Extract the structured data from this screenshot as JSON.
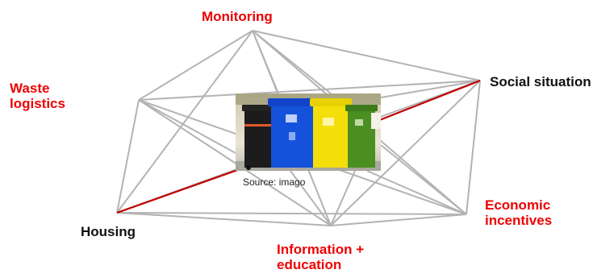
{
  "nodes": {
    "monitoring": "Monitoring",
    "waste_logistics": [
      "Waste",
      "logistics"
    ],
    "social_situation": "Social situation",
    "housing": "Housing",
    "information_education": [
      "Information +",
      "education"
    ],
    "economic_incentives": [
      "Economic",
      "incentives"
    ]
  },
  "photo": {
    "caption": "Source: imago",
    "bins": [
      "black-bin",
      "blue-bin",
      "yellow-bin",
      "green-bin"
    ]
  },
  "colors": {
    "highlight_edge": "#c00000",
    "edge": "#b3b3b3",
    "label_red": "#ee0000",
    "label_black": "#111111"
  }
}
